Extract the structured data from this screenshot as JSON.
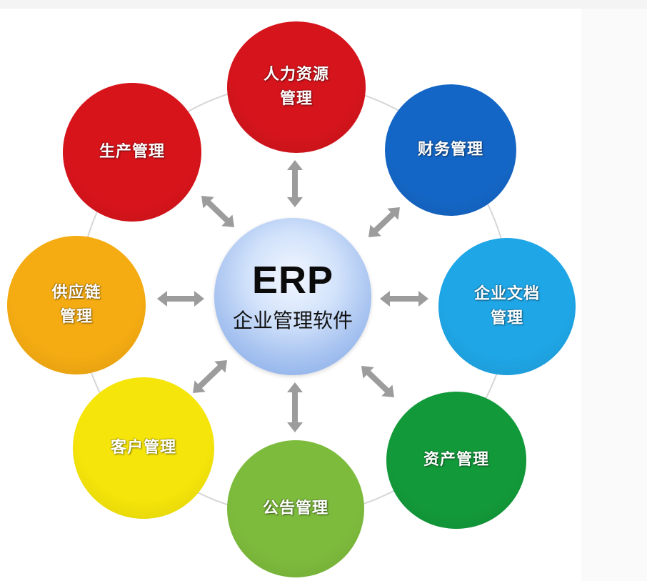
{
  "hub": {
    "title": "ERP",
    "subtitle": "企业管理软件"
  },
  "modules": [
    {
      "id": "hr",
      "label": "人力资源\n管理",
      "color": "#d5141c"
    },
    {
      "id": "finance",
      "label": "财务管理",
      "color": "#1466c6"
    },
    {
      "id": "document",
      "label": "企业文档\n管理",
      "color": "#1fa6e6"
    },
    {
      "id": "asset",
      "label": "资产管理",
      "color": "#129a3a"
    },
    {
      "id": "announcement",
      "label": "公告管理",
      "color": "#7dbb3c"
    },
    {
      "id": "customer",
      "label": "客户管理",
      "color": "#f5e50a"
    },
    {
      "id": "supply-chain",
      "label": "供应链\n管理",
      "color": "#f5ac12"
    },
    {
      "id": "production",
      "label": "生产管理",
      "color": "#d8141b"
    }
  ],
  "colors": {
    "arrow": "#9c9c9c",
    "ring": "#d6d6d6"
  }
}
